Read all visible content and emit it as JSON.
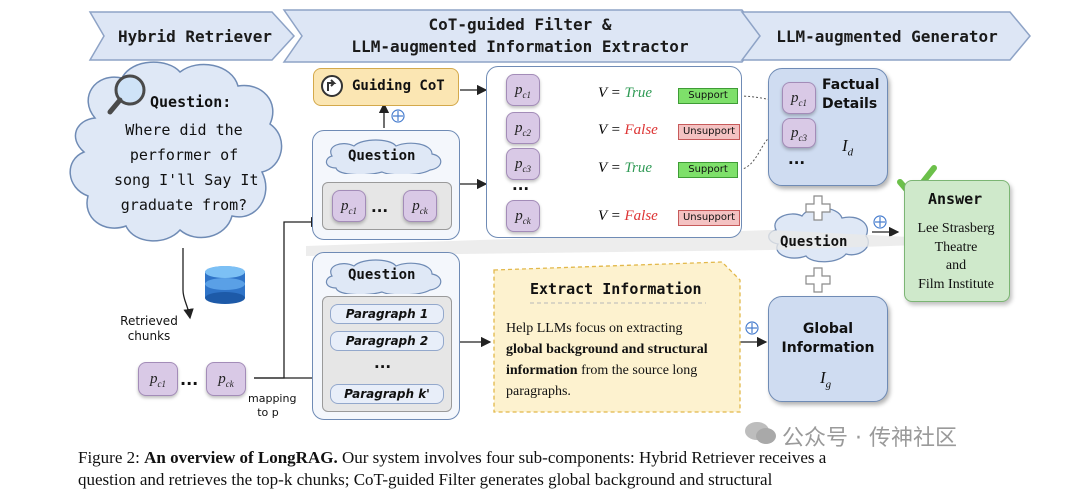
{
  "banner": {
    "stage1": "Hybrid Retriever",
    "stage2_line1": "CoT-guided Filter &",
    "stage2_line2": "LLM-augmented Information Extractor",
    "stage3": "LLM-augmented Generator"
  },
  "question_cloud": {
    "label": "Question:",
    "lines": [
      "Where did the",
      "performer of",
      "song I'll Say It",
      "graduate from?"
    ]
  },
  "retrieved": {
    "label_line1": "Retrieved",
    "label_line2": "chunks",
    "mapping_line1": "mapping",
    "mapping_line2": "to p"
  },
  "chips": {
    "p": "p",
    "c1": "c1",
    "c2": "c2",
    "c3": "c3",
    "ck": "ck",
    "dots": "..."
  },
  "guiding_cot": "Guiding CoT",
  "question_label": "Question",
  "filter": {
    "rows": [
      {
        "eq": "V =",
        "val": "True",
        "badge": "Support"
      },
      {
        "eq": "V =",
        "val": "False",
        "badge": "Unsupport"
      },
      {
        "eq": "V =",
        "val": "True",
        "badge": "Support"
      },
      {
        "eq": "V =",
        "val": "False",
        "badge": "Unsupport"
      }
    ],
    "dots": "..."
  },
  "paragraphs": [
    "Paragraph 1",
    "Paragraph 2",
    "...",
    "Paragraph k'"
  ],
  "extract": {
    "title": "Extract Information",
    "line1": "Help LLMs focus on extracting",
    "line2": "global background and structural",
    "line3_bold": "information",
    "line3_rest": " from the source long",
    "line4": "paragraphs."
  },
  "factual": {
    "title_line1": "Factual",
    "title_line2": "Details",
    "symbol": "I",
    "symbol_sub": "d",
    "dots": "..."
  },
  "global": {
    "title_line1": "Global",
    "title_line2": "Information",
    "symbol": "I",
    "symbol_sub": "g"
  },
  "answer": {
    "title": "Answer",
    "lines": [
      "Lee Strasberg",
      "Theatre",
      "and",
      "Film Institute"
    ]
  },
  "watermark": "公众号 · 传神社区",
  "caption": {
    "prefix": "Figure 2: ",
    "bold": "An overview of LongRAG.",
    "rest": " Our system involves four sub-components: Hybrid Retriever receives a",
    "line2": "question and retrieves the top-k chunks; CoT-guided Filter generates global background and structural"
  },
  "colors": {
    "banner": "#dde6f5",
    "banner_border": "#8ea3c6",
    "support": "#7ee06a",
    "unsupport": "#f4c2c2",
    "true_color": "#2f9a55",
    "false_color": "#d33333",
    "answer_bg": "#cfe9cb",
    "extract_bg": "#fdf2cf",
    "guiding_bg": "#fbe6b3"
  }
}
